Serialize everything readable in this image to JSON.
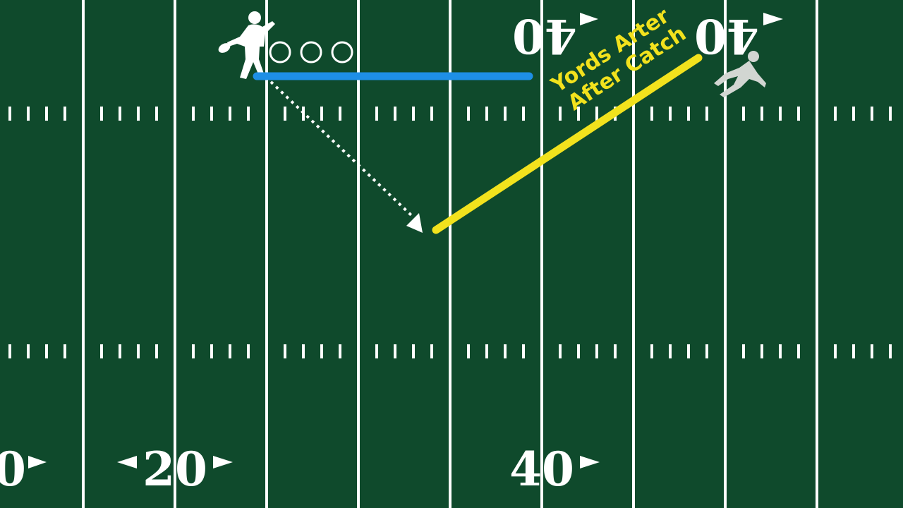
{
  "field": {
    "turf_color": "#0f4a2c",
    "line_color": "#ffffff"
  },
  "yard_numbers": {
    "top_1": "40",
    "top_2": "40",
    "bottom_left_partial": "0",
    "bottom_2": "20",
    "bottom_3": "40"
  },
  "annotation": {
    "yac_line1": "Yords Arter",
    "yac_line2": "After Catch",
    "yac_color": "#f2e21d",
    "air_yards_color": "#1e8fe6",
    "pass_path_style": "dotted-arrow"
  },
  "icons": {
    "quarterback": "quarterback-throwing-icon",
    "receiver": "diving-receiver-icon"
  }
}
